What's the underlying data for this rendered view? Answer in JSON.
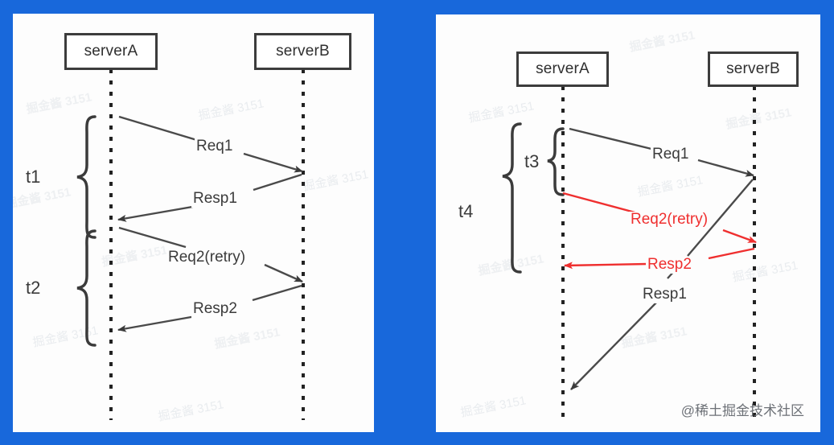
{
  "figure": {
    "type": "sequence-diagram",
    "credit": "@稀土掘金技术社区",
    "watermark_text": "掘金酱 3151",
    "colors": {
      "background": "#1868db",
      "panel": "#fdfdfd",
      "node_border": "#3c3c3c",
      "black_message": "#3b3b3b",
      "red_message": "#ef2f2f"
    }
  },
  "left_panel": {
    "name": "normal-retry-sequence",
    "participants": [
      {
        "id": "serverA",
        "label": "serverA"
      },
      {
        "id": "serverB",
        "label": "serverB"
      }
    ],
    "messages": [
      {
        "label": "Req1",
        "from": "serverA",
        "to": "serverB",
        "color": "black"
      },
      {
        "label": "Resp1",
        "from": "serverB",
        "to": "serverA",
        "color": "black"
      },
      {
        "label": "Req2(retry)",
        "from": "serverA",
        "to": "serverB",
        "color": "black"
      },
      {
        "label": "Resp2",
        "from": "serverB",
        "to": "serverA",
        "color": "black"
      }
    ],
    "brackets": [
      {
        "label": "t1",
        "covers": [
          "Req1",
          "Resp1"
        ]
      },
      {
        "label": "t2",
        "covers": [
          "Req2(retry)",
          "Resp2"
        ]
      }
    ]
  },
  "right_panel": {
    "name": "overlapping-retry-sequence",
    "participants": [
      {
        "id": "serverA",
        "label": "serverA"
      },
      {
        "id": "serverB",
        "label": "serverB"
      }
    ],
    "messages": [
      {
        "label": "Req1",
        "from": "serverA",
        "to": "serverB",
        "color": "black"
      },
      {
        "label": "Req2(retry)",
        "from": "serverA",
        "to": "serverB",
        "color": "red"
      },
      {
        "label": "Resp2",
        "from": "serverB",
        "to": "serverA",
        "color": "red"
      },
      {
        "label": "Resp1",
        "from": "serverB",
        "to": "serverA",
        "color": "black"
      }
    ],
    "brackets": [
      {
        "label": "t3",
        "covers": [
          "Req1",
          "Req2(retry)"
        ]
      },
      {
        "label": "t4",
        "covers": [
          "Req1",
          "Resp2"
        ]
      }
    ]
  }
}
